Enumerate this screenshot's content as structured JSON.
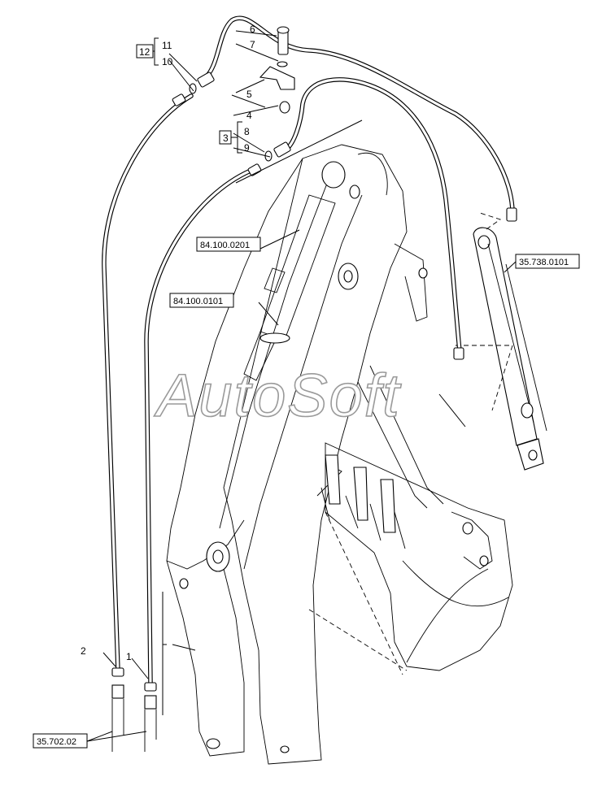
{
  "watermark": "AutoSoft",
  "callouts": [
    {
      "id": "c1",
      "label": "1"
    },
    {
      "id": "c2",
      "label": "2"
    },
    {
      "id": "c3",
      "label": "3"
    },
    {
      "id": "c4",
      "label": "4"
    },
    {
      "id": "c5",
      "label": "5"
    },
    {
      "id": "c6",
      "label": "6"
    },
    {
      "id": "c7",
      "label": "7"
    },
    {
      "id": "c8",
      "label": "8"
    },
    {
      "id": "c9",
      "label": "9"
    },
    {
      "id": "c10",
      "label": "10"
    },
    {
      "id": "c11",
      "label": "11"
    },
    {
      "id": "c12",
      "label": "12"
    }
  ],
  "references": [
    {
      "id": "r1",
      "label": "84.100.0201"
    },
    {
      "id": "r2",
      "label": "84.100.0101"
    },
    {
      "id": "r3",
      "label": "35.738.0101"
    },
    {
      "id": "r4",
      "label": "35.702.02"
    }
  ]
}
